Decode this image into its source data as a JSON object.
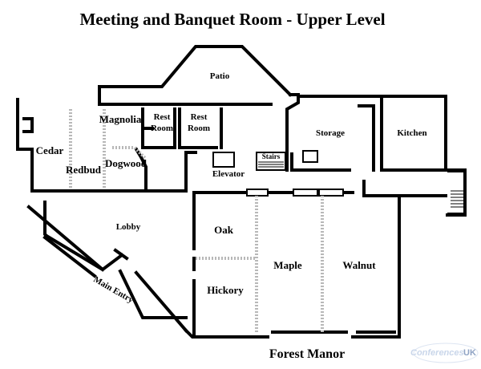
{
  "title": "Meeting and Banquet Room - Upper Level",
  "rooms": {
    "patio": "Patio",
    "magnolia": "Magnolia",
    "rest_room_1": [
      "Rest",
      "Room"
    ],
    "rest_room_2": [
      "Rest",
      "Room"
    ],
    "storage": "Storage",
    "kitchen": "Kitchen",
    "cedar": "Cedar",
    "redbud": "Redbud",
    "dogwood": "Dogwood",
    "stairs": "Stairs",
    "elevator": "Elevator",
    "lobby": "Lobby",
    "oak": "Oak",
    "maple": "Maple",
    "walnut": "Walnut",
    "hickory": "Hickory",
    "main_entry": "Main Entry"
  },
  "footer_label": "Forest Manor",
  "watermark": {
    "text": "Conferences",
    "suffix": "UK"
  }
}
